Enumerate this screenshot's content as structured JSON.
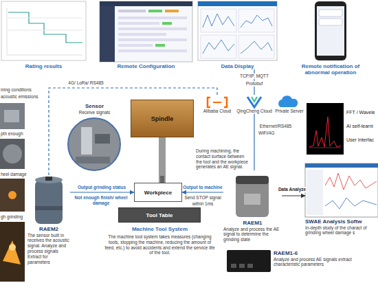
{
  "diagram": {
    "nodes": [
      {
        "text": [
          "Rating results"
        ]
      },
      {
        "text": [
          "Remote Configuration"
        ]
      },
      {
        "text": [
          "Data Display"
        ]
      },
      {
        "text": [
          "Remote notification of abnormal operation"
        ]
      },
      {
        "text": [
          "Alibaba Cloud"
        ]
      },
      {
        "text": [
          "QingCheng Cloud"
        ]
      },
      {
        "text": [
          "Private Server"
        ]
      },
      {
        "text": [
          "Spindle"
        ]
      },
      {
        "text": [
          "Workpiece"
        ]
      },
      {
        "text": [
          "Tool Table"
        ]
      },
      {
        "text": [
          "Sensor",
          "Receive signals"
        ]
      },
      {
        "text": [
          "RAEM2",
          "The sensor built in receives the acoustic signal. Analyze and process signals Extract for parameters"
        ]
      },
      {
        "text": [
          "RAEM1",
          "Analyze and process the AE signal to determine the grinding state"
        ]
      },
      {
        "text": [
          "SWAE Analysis Softw",
          "In-depth study of the charact of grinding wheel damage s"
        ]
      },
      {
        "text": [
          "RAEM1-6",
          "Analyze and process AE signals extract characteristic parameters"
        ]
      }
    ],
    "edges": [
      {
        "from": 11,
        "to": 8,
        "label": "Output grinding status",
        "arrow": "to"
      },
      {
        "from": 12,
        "to": 8,
        "label": "Output to machine",
        "arrow": "to"
      },
      {
        "from": 12,
        "to": 13,
        "label": "Data Analyze",
        "arrow": "to"
      },
      {
        "from": 11,
        "to": 4,
        "label": "4G/ LoRa/ RS485",
        "arrow": "none"
      },
      {
        "from": 5,
        "to": 12,
        "label": "Ethernet/RS485",
        "arrow": "none"
      },
      {
        "from": 5,
        "to": 2,
        "label": "TCP/IP, MQTT",
        "arrow": "none"
      }
    ],
    "labels": [
      "ining conditions",
      "acoustic emissions",
      "pth enough",
      "heel damage",
      "gh grinding",
      "Not enough finish/ wheel damage",
      "Send STOP signal",
      "within 1ms",
      "WiFi/4G",
      "Protobuf",
      "During machining, the contact surface between the tool and the workpiece generates an AE signal.",
      "Machine Tool System",
      "The machine tool system takes measures (changing tools, stopping the machine, reducing the amount of feed, etc.) to avoid accidents and extend the service life of the tool.",
      "FFT / Wavele",
      "AI self-learni",
      "User Interfac"
    ]
  }
}
